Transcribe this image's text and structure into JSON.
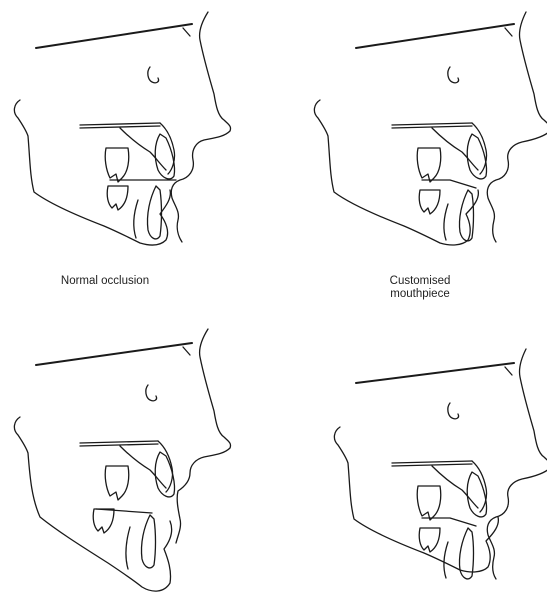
{
  "captions": {
    "top_left": "Normal occlusion",
    "top_right_line1": "Customised",
    "top_right_line2": "mouthpiece"
  }
}
